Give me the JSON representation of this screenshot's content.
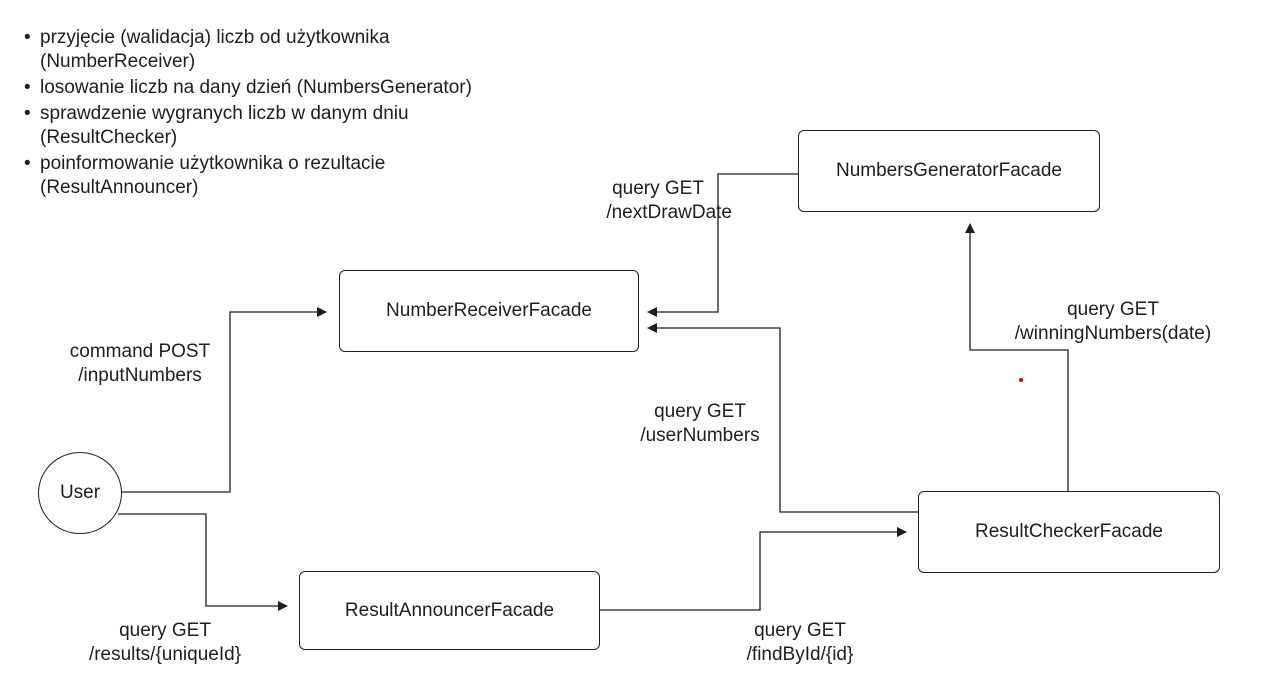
{
  "notes": [
    "przyjęcie (walidacja) liczb od użytkownika (NumberReceiver)",
    "losowanie liczb na dany dzień (NumbersGenerator)",
    "sprawdzenie wygranych liczb w danym dniu (ResultChecker)",
    "poinformowanie użytkownika o rezultacie (ResultAnnouncer)"
  ],
  "nodes": {
    "user": "User",
    "number_receiver": "NumberReceiverFacade",
    "numbers_generator": "NumbersGeneratorFacade",
    "result_checker": "ResultCheckerFacade",
    "result_announcer": "ResultAnnouncerFacade"
  },
  "edges": {
    "input_numbers": {
      "line1": "command POST",
      "line2": "/inputNumbers"
    },
    "next_draw_date": {
      "line1": "query GET",
      "line2": "/nextDrawDate"
    },
    "winning_numbers": {
      "line1": "query GET",
      "line2": "/winningNumbers(date)"
    },
    "user_numbers": {
      "line1": "query GET",
      "line2": "/userNumbers"
    },
    "results": {
      "line1": "query GET",
      "line2": "/results/{uniqueId}"
    },
    "find_by_id": {
      "line1": "query GET",
      "line2": "/findById/{id}"
    }
  },
  "colors": {
    "stroke": "#1e1e1e",
    "marker": "#e00000"
  }
}
